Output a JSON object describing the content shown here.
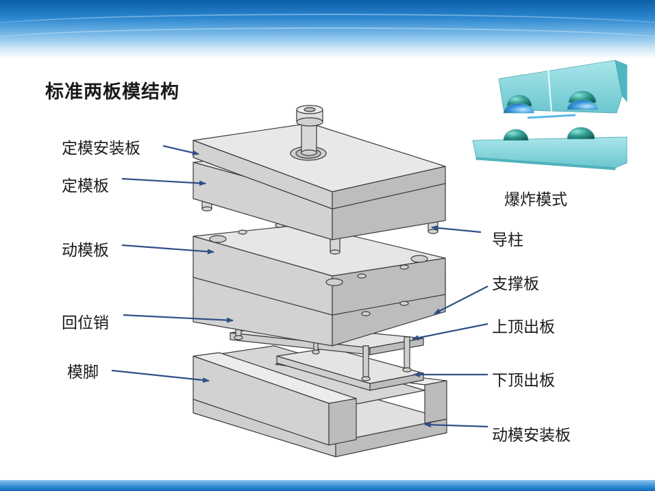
{
  "title": "标准两板模结构",
  "exploded_caption": "爆炸模式",
  "labels_left": {
    "fixed_clamp": "定模安装板",
    "fixed_plate": "定模板",
    "moving_plate": "动模板",
    "return_pin": "回位销",
    "mold_foot": "模脚"
  },
  "labels_right": {
    "guide_pillar": "导柱",
    "support_plate": "支撑板",
    "upper_ejector": "上顶出板",
    "lower_ejector": "下顶出板",
    "moving_clamp": "动模安装板"
  },
  "colors": {
    "plate_top": "#e6e6e6",
    "plate_side": "#cdcdcd",
    "plate_edge": "#3a3a3a",
    "arrow": "#2f4f86",
    "mold_cyan": "#7fd3da",
    "dome": "#2e8c84"
  }
}
